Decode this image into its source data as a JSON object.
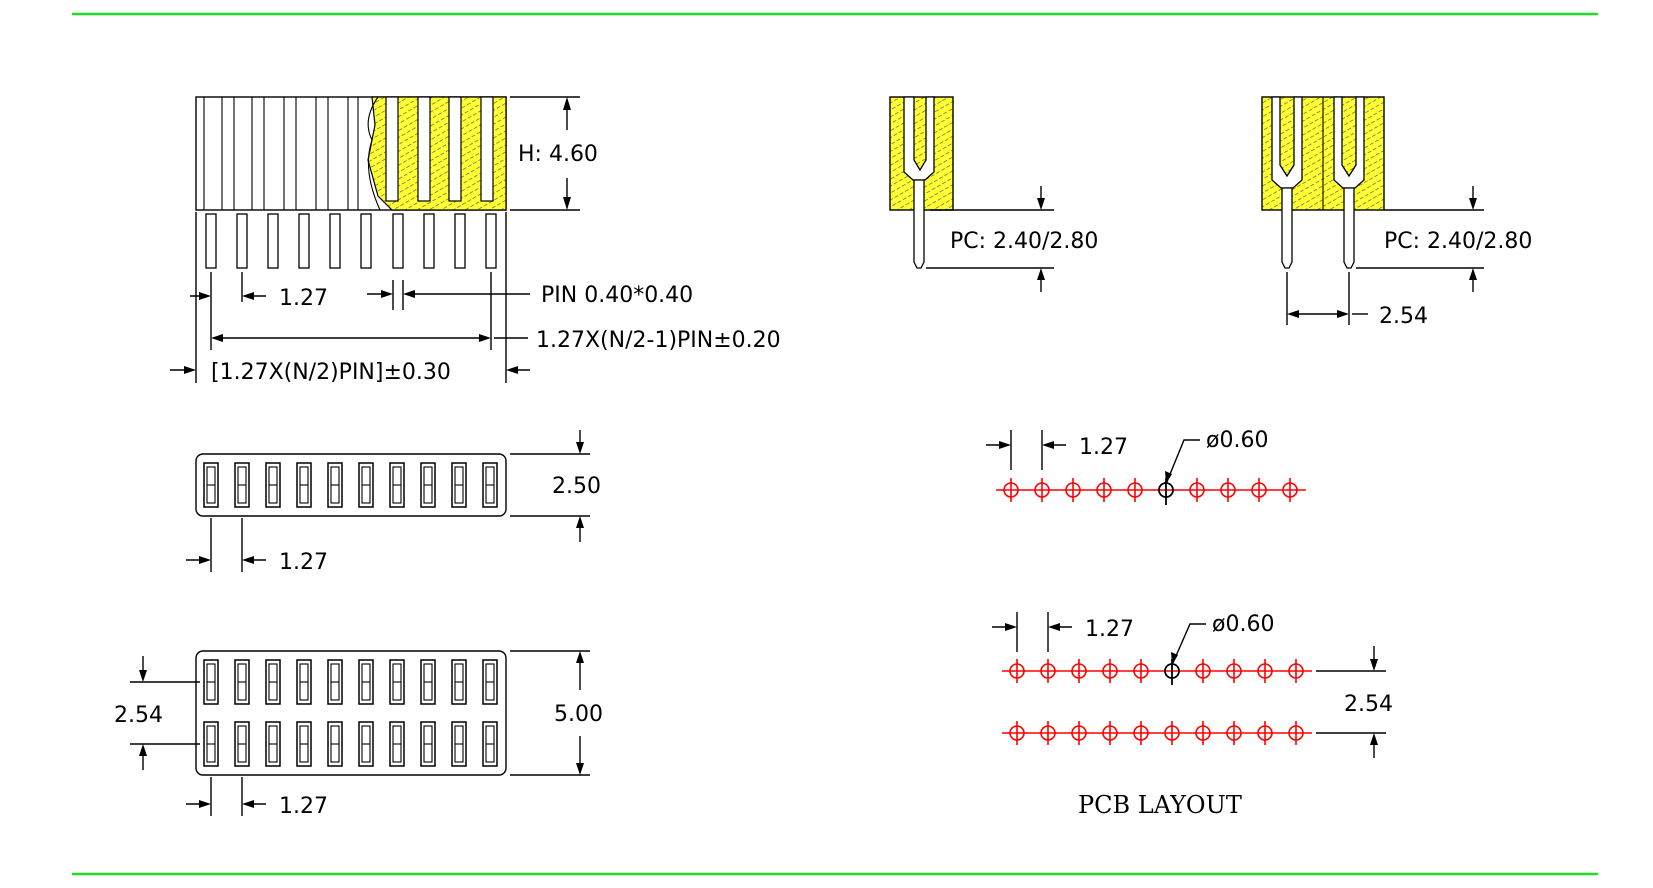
{
  "colors": {
    "frame_line": "#22dd22",
    "hatch_fill": "#ffff33",
    "pcb_centerline": "#ff0000",
    "pcb_pad": "#ff0000",
    "ink": "#000000"
  },
  "front_view": {
    "height_label": "H: 4.60",
    "pitch_label": "1.27",
    "pin_label": "PIN 0.40*0.40",
    "span_label": "1.27X(N/2-1)PIN±0.20",
    "total_label": "[1.27X(N/2)PIN]±0.30"
  },
  "top_single": {
    "width_label": "2.50",
    "pitch_label": "1.27"
  },
  "top_dual": {
    "row_pitch_label": "2.54",
    "width_label": "5.00",
    "pitch_label": "1.27"
  },
  "side_single": {
    "pc_label": "PC: 2.40/2.80"
  },
  "side_dual": {
    "pc_label": "PC: 2.40/2.80",
    "row_pitch_label": "2.54"
  },
  "pcb_single": {
    "pitch_label": "1.27",
    "hole_label": "ø0.60"
  },
  "pcb_dual": {
    "pitch_label": "1.27",
    "hole_label": "ø0.60",
    "row_pitch_label": "2.54"
  },
  "pcb_title": "PCB LAYOUT"
}
